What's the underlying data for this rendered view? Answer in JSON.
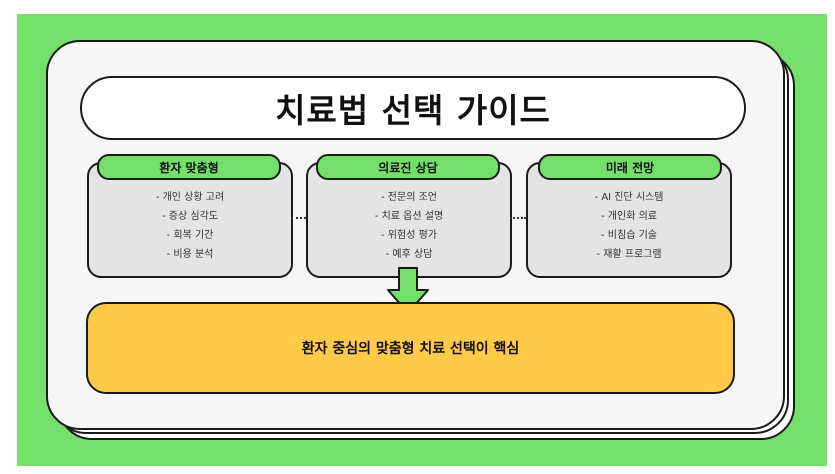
{
  "title": "치료법 선택 가이드",
  "columns": [
    {
      "label": "환자 맞춤형",
      "items": [
        "- 개인 상황 고려",
        "- 증상 심각도",
        "- 회복 기간",
        "- 비용 분석"
      ]
    },
    {
      "label": "의료진 상담",
      "items": [
        "- 전문의 조언",
        "- 치료 옵션 설명",
        "- 위험성 평가",
        "- 예후 상담"
      ]
    },
    {
      "label": "미래 전망",
      "items": [
        "- AI 진단 시스템",
        "- 개인화 의료",
        "- 비침습 기술",
        "- 재활 프로그램"
      ]
    }
  ],
  "conclusion": "환자 중심의 맞춤형 치료 선택이 핵심",
  "colors": {
    "background": "#74e06b",
    "card": "#f6f6f6",
    "label": "#74e06b",
    "box": "#e4e4e4",
    "conclusion": "#ffca47",
    "outline": "#1a1a1a"
  }
}
